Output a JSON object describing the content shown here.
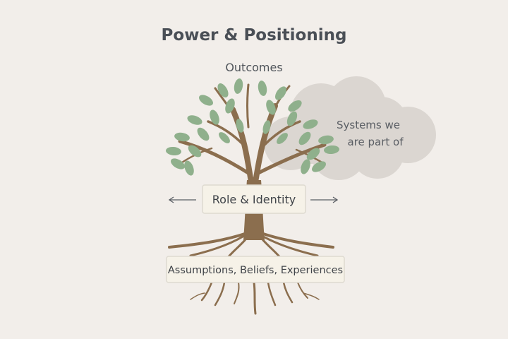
{
  "title": "Power & Positioning",
  "outcomes_label": "Outcomes",
  "systems_label_line1": "Systems we",
  "systems_label_line2": "are part of",
  "role_label": "Role & Identity",
  "roots_label": "Assumptions, Beliefs, Experiences",
  "colors": {
    "background": "#f2eeea",
    "trunk": "#8b6e4e",
    "leaf": "#8fb08c",
    "cloud": "#d9d4cf",
    "box_fill": "#f6f2e8",
    "box_stroke": "#dedad0"
  }
}
